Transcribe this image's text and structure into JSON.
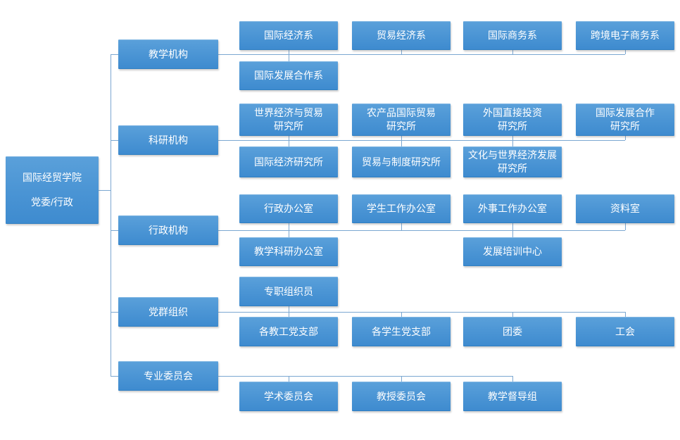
{
  "colors": {
    "box_fill_top": "#5aa0da",
    "box_fill_bottom": "#3e8bcf",
    "box_edge": "#2f7fc3",
    "box_highlight": "#85b9e4",
    "box_text": "#ffffff",
    "connector": "#7ba7d1"
  },
  "root": {
    "label": "国际经贸学院\n党委/行政"
  },
  "branches": [
    {
      "label": "教学机构",
      "top": [
        "国际经济系",
        "贸易经济系",
        "国际商务系",
        "跨境电子商务系"
      ],
      "bottom": [
        "国际发展合作系"
      ]
    },
    {
      "label": "科研机构",
      "top": [
        "世界经济与贸易\n研究所",
        "农产品国际贸易\n研究所",
        "外国直接投资\n研究所",
        "国际发展合作\n研究所"
      ],
      "bottom": [
        "国际经济研究所",
        "贸易与制度研究所",
        "文化与世界经济发展\n研究所"
      ]
    },
    {
      "label": "行政机构",
      "top": [
        "行政办公室",
        "学生工作办公室",
        "外事工作办公室",
        "资料室"
      ],
      "bottom": [
        "教学科研办公室",
        "发展培训中心"
      ]
    },
    {
      "label": "党群组织",
      "top": [
        "专职组织员"
      ],
      "bottom": [
        "各教工党支部",
        "各学生党支部",
        "团委",
        "工会"
      ]
    },
    {
      "label": "专业委员会",
      "top": [],
      "bottom": [
        "学术委员会",
        "教授委员会",
        "教学督导组"
      ]
    }
  ]
}
